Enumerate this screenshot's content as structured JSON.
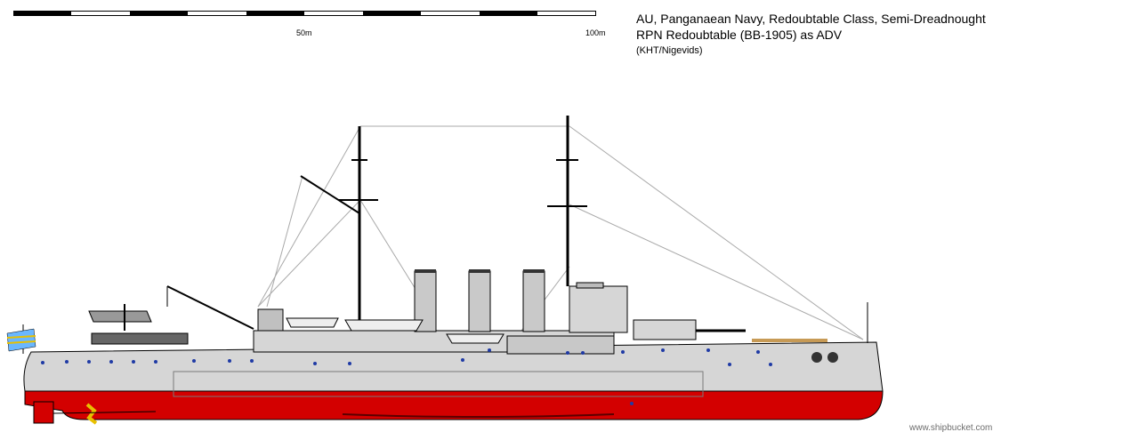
{
  "scale": {
    "mid_label": "50m",
    "end_label": "100m"
  },
  "title": {
    "line1": "AU, Panganaean Navy, Redoubtable Class, Semi-Dreadnought",
    "line2": "RPN Redoubtable (BB-1905) as ADV",
    "credit": "(KHT/Nigevids)"
  },
  "watermark": "www.shipbucket.com",
  "colors": {
    "hull_grey": "#d6d6d6",
    "antifouling_red": "#d30000",
    "outline": "#000000",
    "portholes": "#1f3aa5",
    "rigging": "#a9a9a9",
    "deck_wood": "#c79a55"
  }
}
